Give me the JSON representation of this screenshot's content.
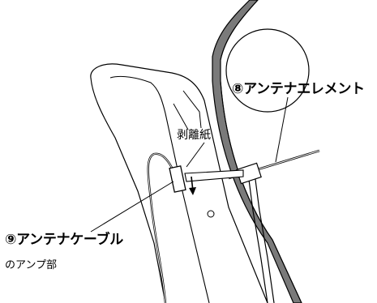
{
  "labels": {
    "antenna_element": "⑧アンテナエレメント",
    "release_paper": "剥離紙",
    "antenna_cable": "⑨アンテナケーブル",
    "amp_section": "のアンプ部"
  },
  "colors": {
    "stroke": "#000000",
    "window_frame": "#7a7a7a",
    "fill": "#ffffff"
  },
  "icons": {
    "arrow": "down-arrow"
  }
}
